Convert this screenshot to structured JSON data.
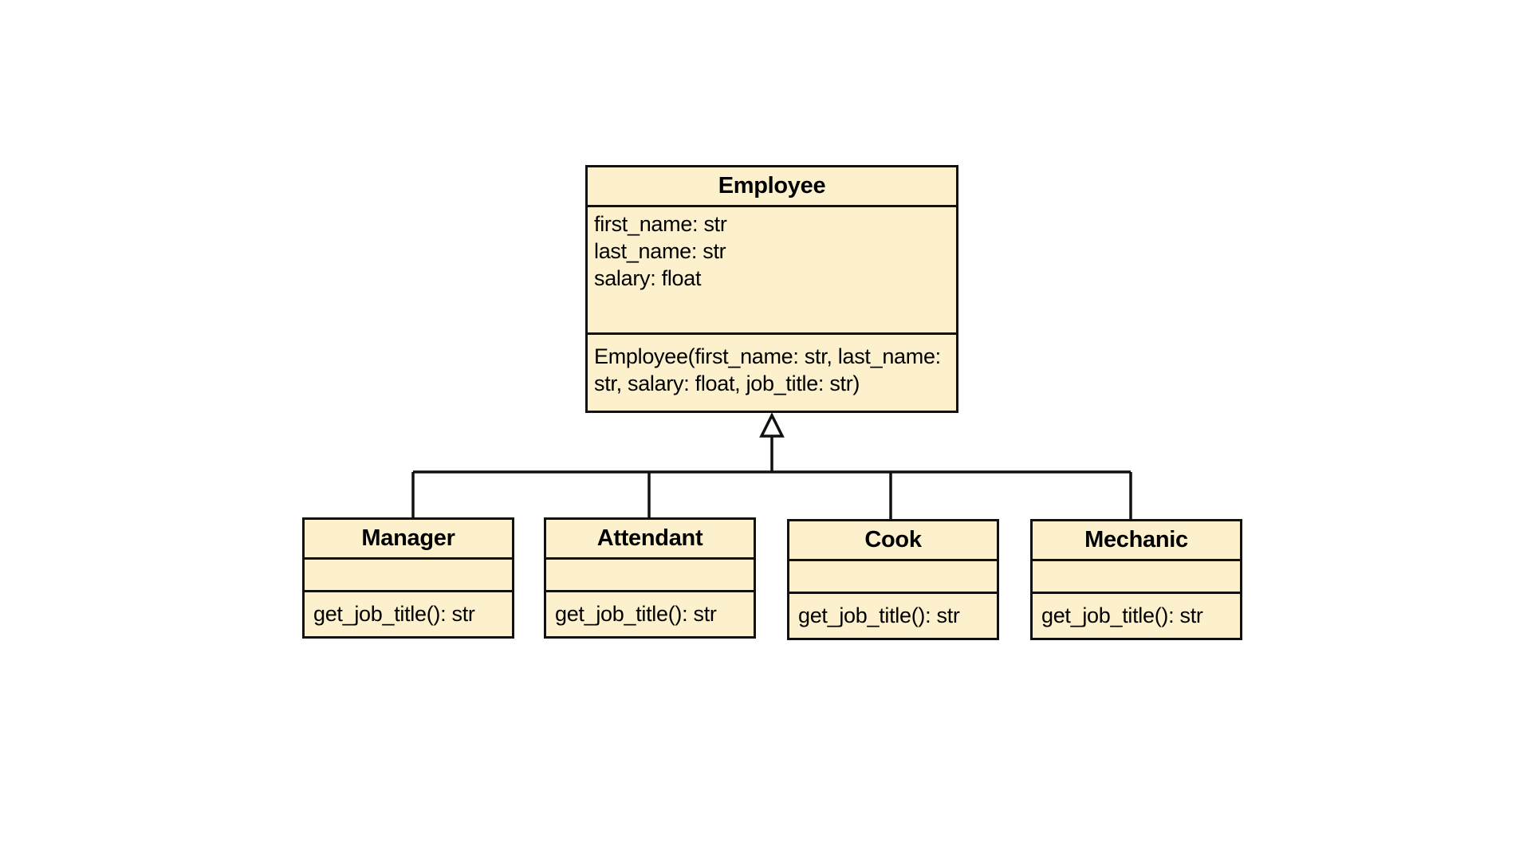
{
  "diagram": {
    "superclass": {
      "name": "Employee",
      "attributes": [
        "first_name: str",
        "last_name: str",
        "salary: float"
      ],
      "operations": [
        "Employee(first_name: str, last_name:",
        "str, salary: float, job_title: str)"
      ]
    },
    "subclasses": [
      {
        "name": "Manager",
        "attributes": [],
        "operations": [
          "get_job_title(): str"
        ]
      },
      {
        "name": "Attendant",
        "attributes": [],
        "operations": [
          "get_job_title(): str"
        ]
      },
      {
        "name": "Cook",
        "attributes": [],
        "operations": [
          "get_job_title(): str"
        ]
      },
      {
        "name": "Mechanic",
        "attributes": [],
        "operations": [
          "get_job_title(): str"
        ]
      }
    ],
    "relationship": "generalization",
    "colors": {
      "class_fill": "#fcf1cc",
      "stroke": "#111111",
      "background": "#ffffff"
    }
  }
}
